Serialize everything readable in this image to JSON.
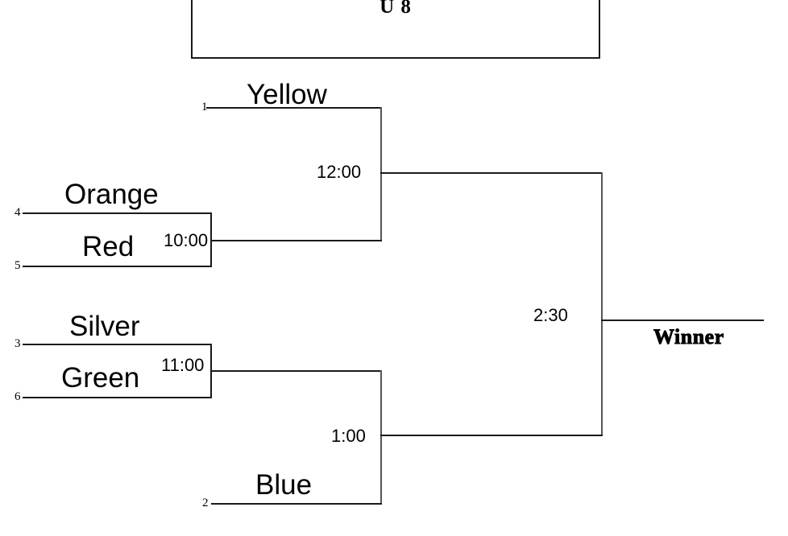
{
  "title": {
    "text": "U 8"
  },
  "bracket": {
    "round1": [
      {
        "seed": "1",
        "team": "Yellow",
        "slot": "top-upper"
      },
      {
        "seed": "4",
        "team": "Orange",
        "slot": "upper-left-top"
      },
      {
        "seed": "5",
        "team": "Red",
        "slot": "upper-left-bottom"
      },
      {
        "seed": "3",
        "team": "Silver",
        "slot": "lower-left-top"
      },
      {
        "seed": "6",
        "team": "Green",
        "slot": "lower-left-bottom"
      },
      {
        "seed": "2",
        "team": "Blue",
        "slot": "bottom-lower"
      }
    ],
    "matches": [
      {
        "id": "m-10-00",
        "time": "10:00",
        "round": "first-round-upper"
      },
      {
        "id": "m-11-00",
        "time": "11:00",
        "round": "first-round-lower"
      },
      {
        "id": "m-12-00",
        "time": "12:00",
        "round": "semifinal-upper"
      },
      {
        "id": "m-1-00",
        "time": "1:00",
        "round": "semifinal-lower"
      },
      {
        "id": "m-2-30",
        "time": "2:30",
        "round": "final"
      }
    ],
    "final": {
      "winner_label": "Winner"
    }
  },
  "colors": {
    "line": "#1a1a1a",
    "line_soft": "#555555",
    "text": "#000000",
    "background": "#ffffff"
  }
}
